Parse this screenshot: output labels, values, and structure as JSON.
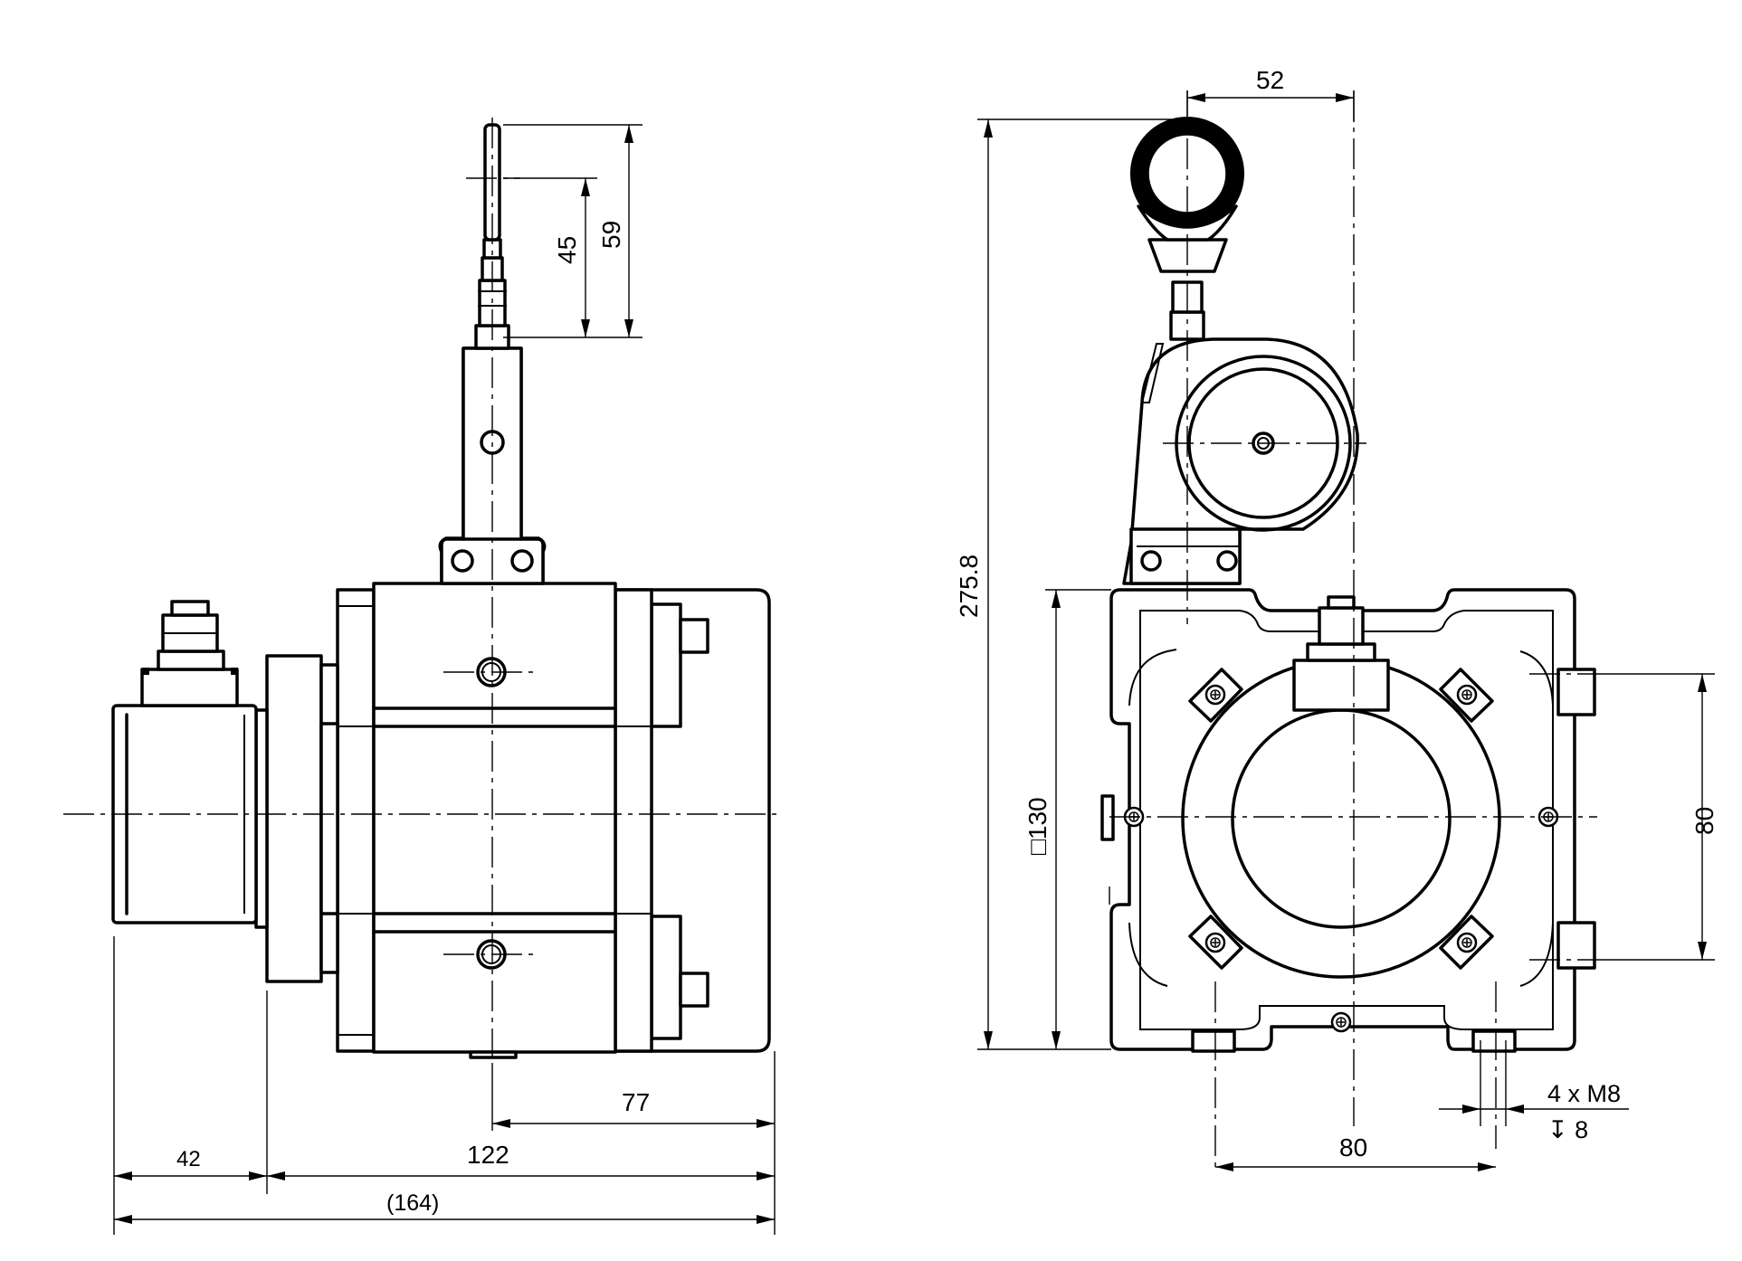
{
  "dimensions": {
    "left_view": {
      "cable_pull_short": "45",
      "cable_pull_long": "59",
      "axis_to_rear": "77",
      "connector_length": "42",
      "housing_length": "122",
      "overall_length": "(164)"
    },
    "right_view": {
      "eyelet_offset": "52",
      "overall_height": "275.8",
      "square_size": "□130",
      "hole_spacing_vertical": "80",
      "hole_spacing_horizontal": "80",
      "thread_spec": "4 x M8",
      "thread_depth": "↧ 8"
    }
  }
}
